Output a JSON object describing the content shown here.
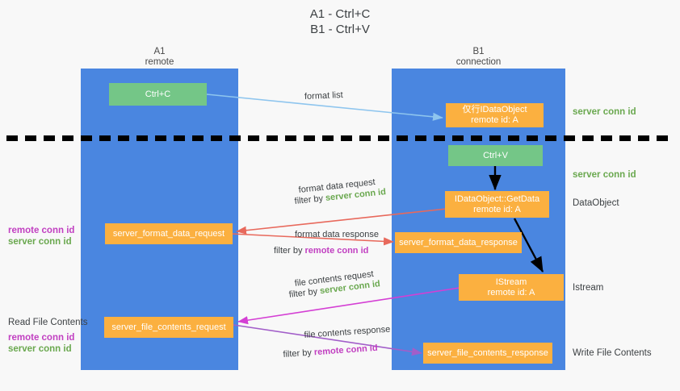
{
  "title": "A1 - Ctrl+C\nB1 - Ctrl+V",
  "lanes": [
    {
      "id": "a1",
      "header": "A1\nremote"
    },
    {
      "id": "b1",
      "header": "B1\nconnection"
    }
  ],
  "boxes": {
    "ctrl_c": "Ctrl+C",
    "ctrl_v": "Ctrl+V",
    "idataobject": "仅行IDataObject\nremote id: A",
    "idataobject_getdata": "IDataObject::GetData\nremote id: A",
    "istream": "IStream\nremote id: A",
    "server_format_data_request": "server_format_data_request",
    "server_format_data_response": "server_format_data_response",
    "server_file_contents_request": "server_file_contents_request",
    "server_file_contents_response": "server_file_contents_response"
  },
  "right_labels": {
    "server_conn_id_top": "server conn id",
    "server_conn_id_mid": "server conn id",
    "dataobject": "DataObject",
    "istream": "Istream",
    "write_file_contents": "Write File Contents"
  },
  "left_labels": {
    "conn_ids_mid_remote": "remote conn id",
    "conn_ids_mid_server": "server conn id",
    "read_file_contents": "Read File Contents",
    "conn_ids_bottom_remote": "remote conn id",
    "conn_ids_bottom_server": "server conn id"
  },
  "flows": {
    "format_list": "format list",
    "format_data_request": "format data request",
    "format_data_request_filter_prefix": "filter by ",
    "format_data_request_filter_value": "server conn id",
    "format_data_response": "format data response",
    "format_data_response_filter_prefix": "filter by ",
    "format_data_response_filter_value": "remote conn id",
    "file_contents_request": "file contents request",
    "file_contents_request_filter_prefix": "filter by ",
    "file_contents_request_filter_value": "server conn id",
    "file_contents_response": "file contents response",
    "file_contents_response_filter_prefix": "filter by ",
    "file_contents_response_filter_value": "remote conn id"
  },
  "colors": {
    "lane": "#4a86e0",
    "box_green": "#74c687",
    "box_orange": "#fbb040",
    "green_text": "#6aa84f",
    "purple_text": "#c13fc1",
    "arrow_lightblue": "#8ec5ee",
    "arrow_red": "#e8695c",
    "arrow_magenta": "#d43fd4",
    "arrow_purple": "#a25ec9",
    "arrow_black": "#000000"
  }
}
